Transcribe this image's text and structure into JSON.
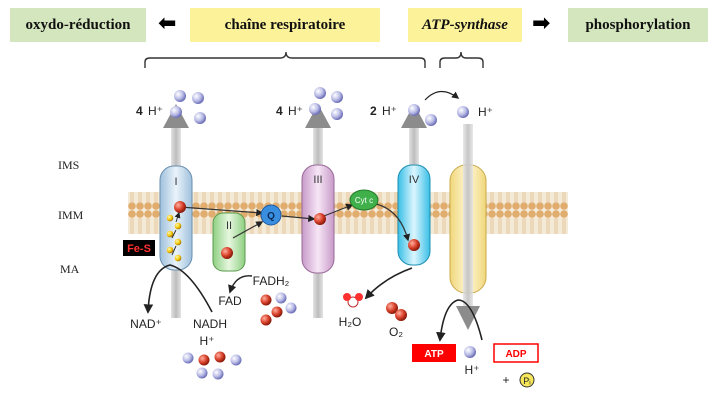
{
  "header": {
    "oxydo": "oxydo-réduction",
    "chain": "chaîne respiratoire",
    "synthase": "ATP-synthase",
    "phospho": "phosphorylation",
    "arrow_left": "⬅",
    "arrow_right": "➡"
  },
  "layers": {
    "ims": "IMS",
    "imm": "IMM",
    "ma": "MA"
  },
  "complexes": {
    "c1": "I",
    "c2": "II",
    "c3": "III",
    "c4": "IV",
    "q": "Q",
    "cytc": "Cyt c"
  },
  "protons": {
    "c1_count": "4",
    "c3_count": "4",
    "c4_count": "2",
    "h_plus": "H⁺"
  },
  "labels": {
    "fes": "Fe-S",
    "nad": "NAD⁺",
    "nadh": "NADH",
    "h_plus_bottom": "H⁺",
    "fad": "FAD",
    "fadh2": "FADH₂",
    "h2o": "H₂O",
    "o2": "O₂",
    "atp": "ATP",
    "adp": "ADP",
    "h_plus_atp": "H⁺",
    "plus": "+",
    "pi": "Pᵢ"
  },
  "colors": {
    "green_box": "#d4e6bd",
    "yellow_box": "#fbf29a",
    "membrane": "#e8c79a",
    "atp_fill": "#ff0000"
  }
}
